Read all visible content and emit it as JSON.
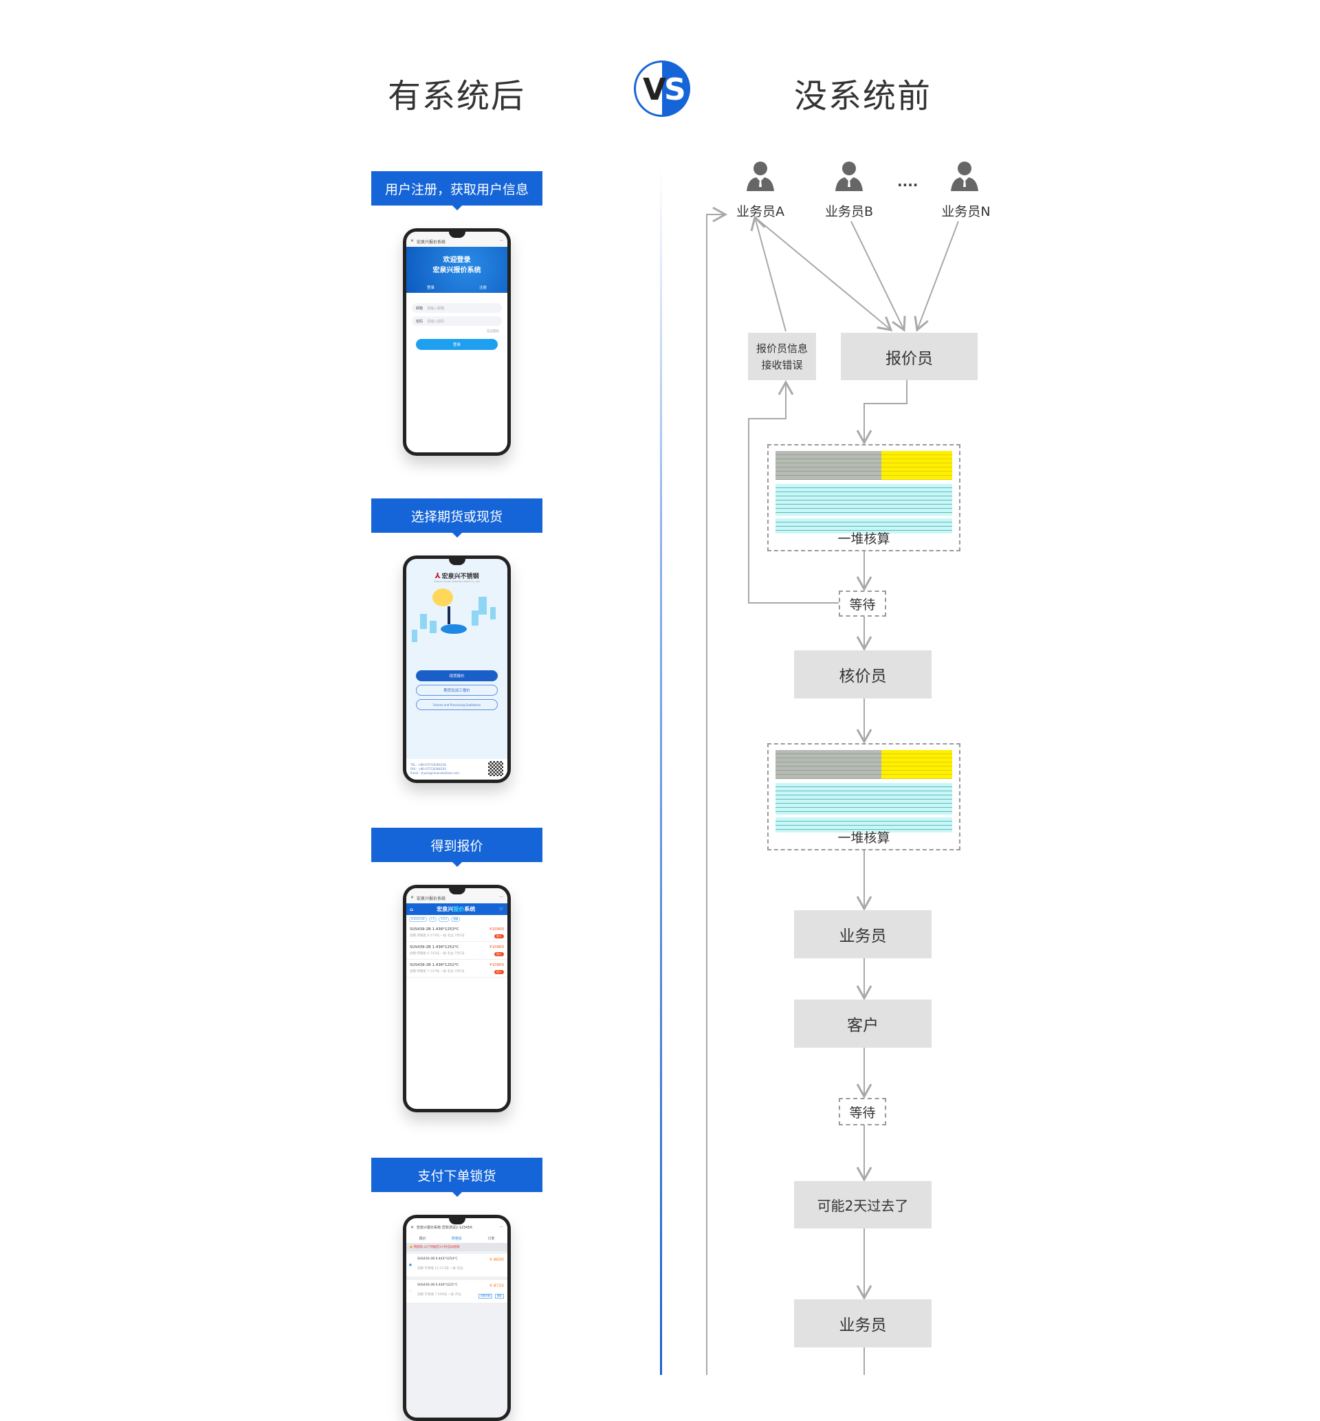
{
  "header": {
    "left_title": "有系统后",
    "right_title": "没系统前",
    "vs_v": "V",
    "vs_s": "S"
  },
  "left_steps": [
    {
      "label": "用户注册，获取用户信息"
    },
    {
      "label": "选择期货或现货"
    },
    {
      "label": "得到报价"
    },
    {
      "label": "支付下单锁货"
    }
  ],
  "phone_login": {
    "app_title": "宏泉兴报价系统",
    "close": "✕",
    "more": "···",
    "welcome": "欢迎登录",
    "system": "宏泉兴报价系统",
    "tab_login": "登录",
    "tab_register": "注册",
    "email_label": "邮箱",
    "email_placeholder": "请输入邮箱",
    "password_label": "密码",
    "password_placeholder": "请输入密码",
    "forgot": "忘记密码",
    "login_button": "登录"
  },
  "phone_select": {
    "logo_text": "宏泉兴不锈钢",
    "logo_sub": "Foshan Chuen Stainless Steel Co., Ltd",
    "spot_button": "现货报价",
    "futures_button": "期货及加工报价",
    "futures_en_button": "Futures and Processing Quotations",
    "tel": "TEL：+86-075726366128",
    "fax": "FAX：+86-075726366193",
    "email": "Email：chuen@chuenstainless.com"
  },
  "phone_quote": {
    "app_title": "宏泉兴报价系统",
    "banner_a": "宏泉兴",
    "banner_b": "报价",
    "banner_c": "系统",
    "tags": [
      "SUS439-2B",
      "1.5",
      "1219",
      "酒钢"
    ],
    "items": [
      {
        "name": "SUS439-2B 1.436*1253*C",
        "price": "¥10900",
        "sub": "酒钢 焊钢屋 6.575吨 一级 毛边 7月5号"
      },
      {
        "name": "SUS439-2B 1.436*1252*C",
        "price": "¥10900",
        "sub": "酒钢 焊钢屋 6.702吨 一级 毛边 7月5号"
      },
      {
        "name": "SUS439-2B 1.436*1252*C",
        "price": "¥10900",
        "sub": "酒钢 焊钢屋 7.147吨 一级 毛边 7月5号"
      }
    ],
    "tag_label": "加入"
  },
  "phone_cart": {
    "app_title": "宏泉兴报价系统-异软测试2-123456",
    "tabs": [
      "报价",
      "购物车",
      "订单"
    ],
    "notice": "预提款,公户到账后1小时自动退款",
    "items": [
      {
        "name": "SUS430-2B 0.443*1254°C",
        "price": "¥ 8600",
        "sub": "酒钢 丰而顺 12.213吨 一级 毛边"
      },
      {
        "name": "SUS430-2B 0.440*1221°C",
        "price": "¥ 8720",
        "sub": "酒钢 丰而顺 7.569吨 一级 齐边"
      }
    ],
    "detail_button": "查看详情",
    "delete_button": "删除"
  },
  "right_flow": {
    "salesmen": [
      "业务员A",
      "业务员B",
      "业务员N"
    ],
    "ellipsis": "....",
    "error_box": "报价员信息接收错误",
    "quoter": "报价员",
    "heap1": "一堆核算",
    "wait1": "等待",
    "checker": "核价员",
    "heap2": "一堆核算",
    "sales": "业务员",
    "customer": "客户",
    "wait2": "等待",
    "two_days": "可能2天过去了",
    "sales2": "业务员"
  },
  "colors": {
    "accent": "#1565d8",
    "box": "#e1e1e1",
    "line": "#a8a8a8"
  }
}
